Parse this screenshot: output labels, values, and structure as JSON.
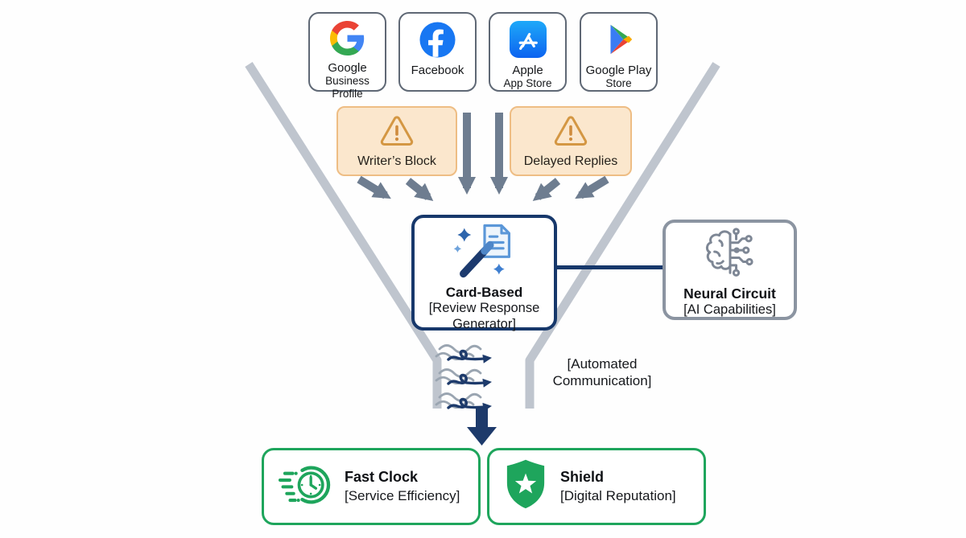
{
  "platforms": [
    {
      "name": "Google Business Profile",
      "icon": "google-logo-icon",
      "line1": "Google",
      "line2": "Business Profile"
    },
    {
      "name": "Facebook",
      "icon": "facebook-logo-icon",
      "line1": "Facebook",
      "line2": ""
    },
    {
      "name": "Apple App Store",
      "icon": "app-store-logo-icon",
      "line1": "Apple",
      "line2": "App Store"
    },
    {
      "name": "Google Play Store",
      "icon": "google-play-logo-icon",
      "line1": "Google Play",
      "line2": "Store"
    }
  ],
  "pain_points": [
    {
      "label": "Writer’s Block",
      "icon": "warning-triangle-icon"
    },
    {
      "label": "Delayed Replies",
      "icon": "warning-triangle-icon"
    }
  ],
  "generator": {
    "title": "Card-Based",
    "sub1": "[Review Response",
    "sub2": "Generator]",
    "icon": "magic-wand-document-icon"
  },
  "ai": {
    "title": "Neural Circuit",
    "sub": "[AI Capabilities]",
    "icon": "brain-circuit-icon"
  },
  "flow": {
    "line1": "[Automated",
    "line2": "Communication]",
    "icon": "wind-arrows-icon"
  },
  "outcomes": [
    {
      "title": "Fast Clock",
      "sub": "[Service Efficiency]",
      "icon": "fast-clock-icon"
    },
    {
      "title": "Shield",
      "sub": "[Digital Reputation]",
      "icon": "shield-star-icon"
    }
  ],
  "colors": {
    "navy": "#17386b",
    "slate_arrow": "#6e7d90",
    "funnel_gray": "#bfc5ce",
    "green": "#1ea55c",
    "amber_border": "#eebd84",
    "amber_bg": "#fbe7cd",
    "amber_icon": "#d49743",
    "facebook_blue": "#1877F2",
    "neutral_border": "#8b94a1"
  }
}
